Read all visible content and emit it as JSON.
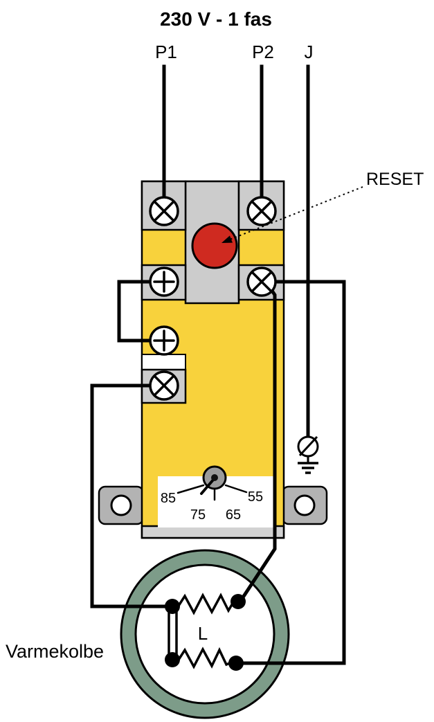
{
  "title": "230 V - 1 fas",
  "wires": {
    "p1_label": "P1",
    "p2_label": "P2",
    "j_label": "J"
  },
  "reset": {
    "label": "RESET"
  },
  "dial": {
    "marks": [
      "85",
      "75",
      "65",
      "55"
    ]
  },
  "heater": {
    "load_label": "L",
    "name_label": "Varmekolbe"
  },
  "terminals": [
    {
      "id": "top-left",
      "symbol": "screw-x"
    },
    {
      "id": "top-right",
      "symbol": "screw-x"
    },
    {
      "id": "mid-left",
      "symbol": "screw-plus"
    },
    {
      "id": "mid-right",
      "symbol": "screw-x"
    },
    {
      "id": "lower-left",
      "symbol": "screw-plus"
    },
    {
      "id": "bottom-left",
      "symbol": "screw-x"
    }
  ],
  "colors": {
    "body_yellow": "#f8d23c",
    "block_gray": "#cccccc",
    "strip_gray": "#d2d2d2",
    "ear_gray": "#b3b3b3",
    "knob_gray": "#9b9b9b",
    "reset_red": "#cf2a20",
    "ring_green": "#7d9c89",
    "wire": "#000000"
  }
}
